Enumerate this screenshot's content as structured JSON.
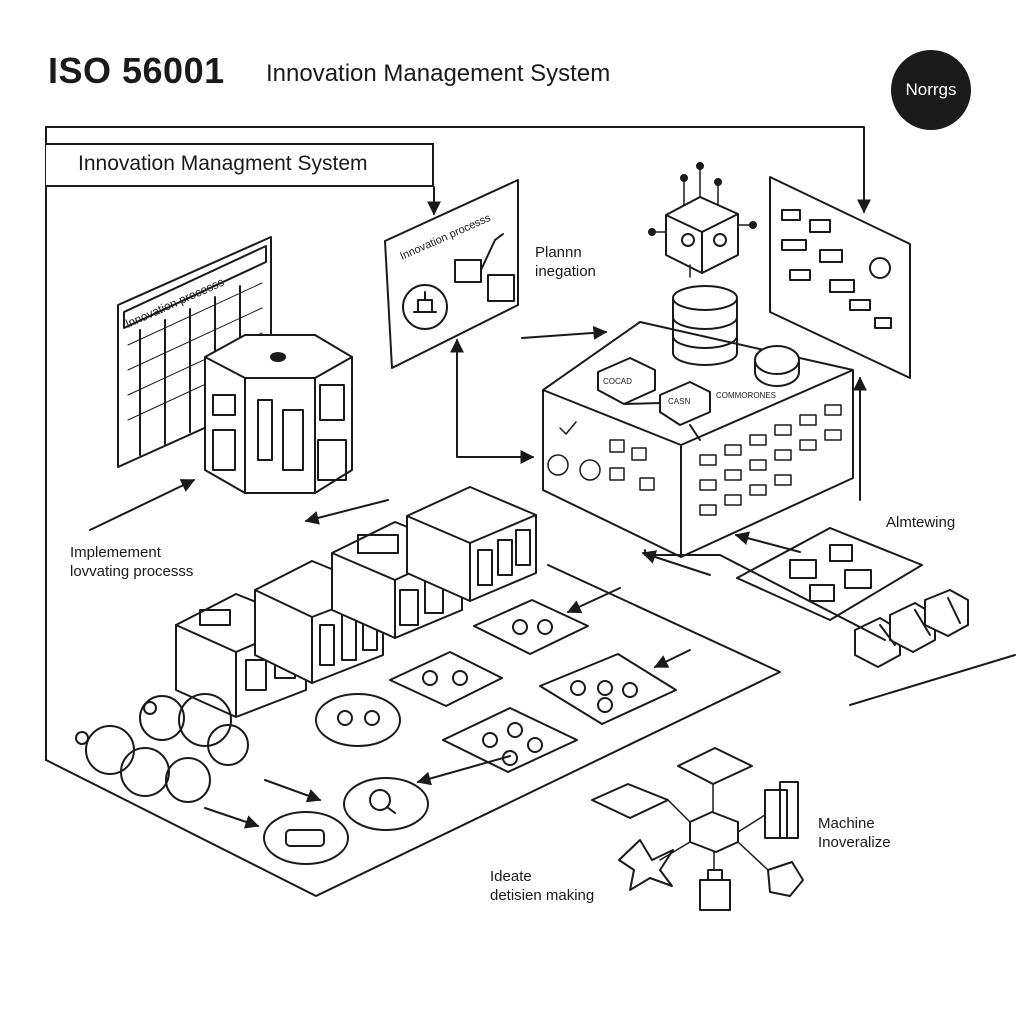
{
  "header": {
    "title_main": "ISO 56001",
    "title_sub": "Innovation Management System",
    "logo_text": "Norrgs"
  },
  "banner": {
    "label": "Innovation Managment System"
  },
  "panels": {
    "left_panel_title": "lnnovation processs",
    "top_panel_title": "Innovation processs",
    "box_label_a": "COCAD",
    "box_label_b": "CASN",
    "box_label_c": "COMMORONES"
  },
  "labels": {
    "plan_line1": "Plannn",
    "plan_line2": "inegation",
    "implement_line1": "Implemement",
    "implement_line2": "lovvating processs",
    "aim_label": "Almtewing",
    "machine_line1": "Machine",
    "machine_line2": "Inoveralize",
    "ideate_line1": "Ideate",
    "ideate_line2": "detisien making"
  },
  "colors": {
    "ink": "#1a1a1a",
    "paper": "#ffffff"
  }
}
